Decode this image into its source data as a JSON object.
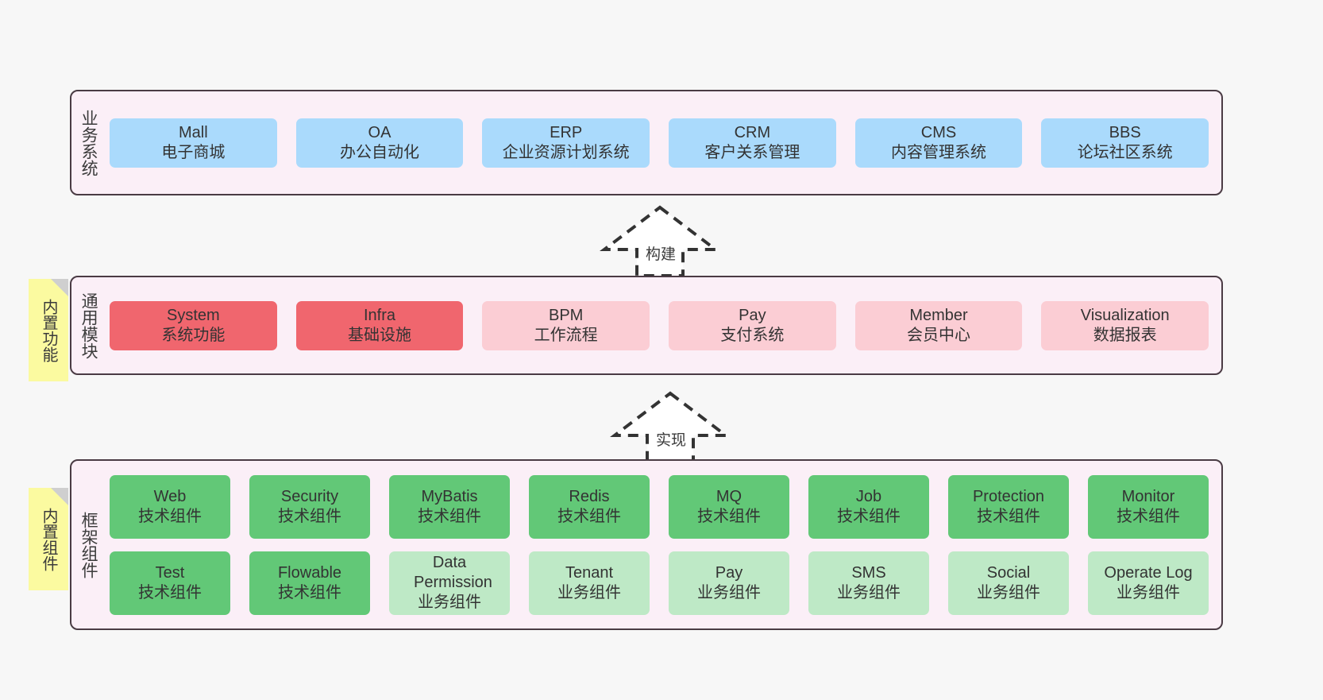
{
  "diagram": {
    "background_color": "#f7f7f7",
    "layer_fill": "#fbeff7",
    "layer_border": "#4a3b44",
    "note_fill": "#fbfaa0",
    "note_fold": "#cfcfcf"
  },
  "layers": [
    {
      "id": "business-systems",
      "title": "业务系统",
      "note": null,
      "rows": [
        {
          "cards": [
            {
              "name": "Mall",
              "subtitle": "电子商城",
              "color": "#aadafc",
              "style": "c-blue"
            },
            {
              "name": "OA",
              "subtitle": "办公自动化",
              "color": "#aadafc",
              "style": "c-blue"
            },
            {
              "name": "ERP",
              "subtitle": "企业资源计划系统",
              "color": "#aadafc",
              "style": "c-blue"
            },
            {
              "name": "CRM",
              "subtitle": "客户关系管理",
              "color": "#aadafc",
              "style": "c-blue"
            },
            {
              "name": "CMS",
              "subtitle": "内容管理系统",
              "color": "#aadafc",
              "style": "c-blue"
            },
            {
              "name": "BBS",
              "subtitle": "论坛社区系统",
              "color": "#aadafc",
              "style": "c-blue"
            }
          ]
        }
      ]
    },
    {
      "id": "common-modules",
      "title": "通用模块",
      "note": "内置功能",
      "rows": [
        {
          "cards": [
            {
              "name": "System",
              "subtitle": "系统功能",
              "color": "#f0666e",
              "style": "c-red"
            },
            {
              "name": "Infra",
              "subtitle": "基础设施",
              "color": "#f0666e",
              "style": "c-red"
            },
            {
              "name": "BPM",
              "subtitle": "工作流程",
              "color": "#fbcdd4",
              "style": "c-pink"
            },
            {
              "name": "Pay",
              "subtitle": "支付系统",
              "color": "#fbcdd4",
              "style": "c-pink"
            },
            {
              "name": "Member",
              "subtitle": "会员中心",
              "color": "#fbcdd4",
              "style": "c-pink"
            },
            {
              "name": "Visualization",
              "subtitle": "数据报表",
              "color": "#fbcdd4",
              "style": "c-pink"
            }
          ]
        }
      ]
    },
    {
      "id": "framework-components",
      "title": "框架组件",
      "note": "内置组件",
      "rows": [
        {
          "cards": [
            {
              "name": "Web",
              "subtitle": "技术组件",
              "color": "#62c877",
              "style": "c-green"
            },
            {
              "name": "Security",
              "subtitle": "技术组件",
              "color": "#62c877",
              "style": "c-green"
            },
            {
              "name": "MyBatis",
              "subtitle": "技术组件",
              "color": "#62c877",
              "style": "c-green"
            },
            {
              "name": "Redis",
              "subtitle": "技术组件",
              "color": "#62c877",
              "style": "c-green"
            },
            {
              "name": "MQ",
              "subtitle": "技术组件",
              "color": "#62c877",
              "style": "c-green"
            },
            {
              "name": "Job",
              "subtitle": "技术组件",
              "color": "#62c877",
              "style": "c-green"
            },
            {
              "name": "Protection",
              "subtitle": "技术组件",
              "color": "#62c877",
              "style": "c-green"
            },
            {
              "name": "Monitor",
              "subtitle": "技术组件",
              "color": "#62c877",
              "style": "c-green"
            }
          ]
        },
        {
          "cards": [
            {
              "name": "Test",
              "subtitle": "技术组件",
              "color": "#62c877",
              "style": "c-green"
            },
            {
              "name": "Flowable",
              "subtitle": "技术组件",
              "color": "#62c877",
              "style": "c-green"
            },
            {
              "name": "Data Permission",
              "subtitle": "业务组件",
              "color": "#bee9c6",
              "style": "c-greenlight"
            },
            {
              "name": "Tenant",
              "subtitle": "业务组件",
              "color": "#bee9c6",
              "style": "c-greenlight"
            },
            {
              "name": "Pay",
              "subtitle": "业务组件",
              "color": "#bee9c6",
              "style": "c-greenlight"
            },
            {
              "name": "SMS",
              "subtitle": "业务组件",
              "color": "#bee9c6",
              "style": "c-greenlight"
            },
            {
              "name": "Social",
              "subtitle": "业务组件",
              "color": "#bee9c6",
              "style": "c-greenlight"
            },
            {
              "name": "Operate Log",
              "subtitle": "业务组件",
              "color": "#bee9c6",
              "style": "c-greenlight"
            }
          ]
        }
      ]
    }
  ],
  "connectors": [
    {
      "id": "build",
      "label": "构建",
      "from": "common-modules",
      "to": "business-systems"
    },
    {
      "id": "implement",
      "label": "实现",
      "from": "framework-components",
      "to": "common-modules"
    }
  ]
}
